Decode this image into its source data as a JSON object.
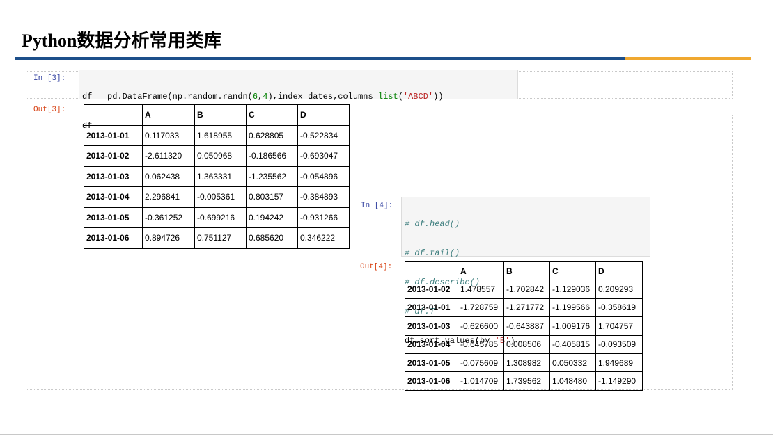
{
  "slide": {
    "title": "Python数据分析常用类库"
  },
  "cell3": {
    "in_prompt": "In [3]:",
    "out_prompt": "Out[3]:",
    "code": {
      "line1": {
        "p1": "df = pd.DataFrame(np.random.randn(",
        "n1": "6",
        "p2": ",",
        "n2": "4",
        "p3": "),index=dates,columns=",
        "kw": "list",
        "p4": "(",
        "str": "'ABCD'",
        "p5": "))"
      },
      "line2": "df"
    },
    "table": {
      "corner": "",
      "columns": [
        "A",
        "B",
        "C",
        "D"
      ],
      "rows": [
        {
          "index": "2013-01-01",
          "values": [
            "0.117033",
            "1.618955",
            "0.628805",
            "-0.522834"
          ]
        },
        {
          "index": "2013-01-02",
          "values": [
            "-2.611320",
            "0.050968",
            "-0.186566",
            "-0.693047"
          ]
        },
        {
          "index": "2013-01-03",
          "values": [
            "0.062438",
            "1.363331",
            "-1.235562",
            "-0.054896"
          ]
        },
        {
          "index": "2013-01-04",
          "values": [
            "2.296841",
            "-0.005361",
            "0.803157",
            "-0.384893"
          ]
        },
        {
          "index": "2013-01-05",
          "values": [
            "-0.361252",
            "-0.699216",
            "0.194242",
            "-0.931266"
          ]
        },
        {
          "index": "2013-01-06",
          "values": [
            "0.894726",
            "0.751127",
            "0.685620",
            "0.346222"
          ]
        }
      ]
    }
  },
  "cell4": {
    "in_prompt": "In [4]:",
    "out_prompt": "Out[4]:",
    "code": {
      "c1": "# df.head()",
      "c2": "# df.tail()",
      "c3": "# df.describe()",
      "c4": "# df.T",
      "line5": {
        "p1": "df.sort_values(by=",
        "str": "'B'",
        "p2": ")"
      }
    },
    "table": {
      "corner": "",
      "columns": [
        "A",
        "B",
        "C",
        "D"
      ],
      "rows": [
        {
          "index": "2013-01-02",
          "values": [
            "1.478557",
            "-1.702842",
            "-1.129036",
            "0.209293"
          ]
        },
        {
          "index": "2013-01-01",
          "values": [
            "-1.728759",
            "-1.271772",
            "-1.199566",
            "-0.358619"
          ]
        },
        {
          "index": "2013-01-03",
          "values": [
            "-0.626600",
            "-0.643887",
            "-1.009176",
            "1.704757"
          ]
        },
        {
          "index": "2013-01-04",
          "values": [
            "-0.645785",
            "0.008506",
            "-0.405815",
            "-0.093509"
          ]
        },
        {
          "index": "2013-01-05",
          "values": [
            "-0.075609",
            "1.308982",
            "0.050332",
            "1.949689"
          ]
        },
        {
          "index": "2013-01-06",
          "values": [
            "-1.014709",
            "1.739562",
            "1.048480",
            "-1.149290"
          ]
        }
      ]
    }
  },
  "colors": {
    "title_rule": "#1d4f8a",
    "accent_rule": "#f0a830",
    "in_prompt": "#303f9f",
    "out_prompt": "#d84315"
  }
}
